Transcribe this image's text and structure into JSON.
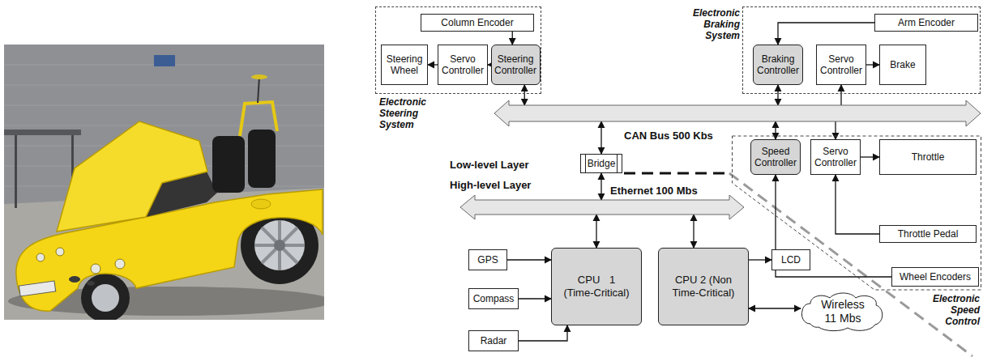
{
  "diagram": {
    "nodes": [
      {
        "text": [
          "Electronic Steering System"
        ]
      },
      {
        "text": [
          "Column Encoder"
        ],
        "in": 0
      },
      {
        "text": [
          "Steering Wheel"
        ],
        "in": 0
      },
      {
        "text": [
          "Servo Controller"
        ],
        "in": 0
      },
      {
        "text": [
          "Steering Controller"
        ],
        "in": 0
      },
      {
        "text": [
          "Electronic Braking System"
        ]
      },
      {
        "text": [
          "Arm Encoder"
        ],
        "in": 5
      },
      {
        "text": [
          "Braking Controller"
        ],
        "in": 5
      },
      {
        "text": [
          "Servo Controller"
        ],
        "in": 5
      },
      {
        "text": [
          "Brake"
        ],
        "in": 5
      },
      {
        "text": [
          "CAN Bus 500 Kbs"
        ]
      },
      {
        "text": [
          "Bridge"
        ]
      },
      {
        "text": [
          "Electronic Speed Control"
        ]
      },
      {
        "text": [
          "Speed Controller"
        ],
        "in": 12
      },
      {
        "text": [
          "Servo Controller"
        ],
        "in": 12
      },
      {
        "text": [
          "Throttle"
        ],
        "in": 12
      },
      {
        "text": [
          "Throttle Pedal"
        ],
        "in": 12
      },
      {
        "text": [
          "Wheel Encoders"
        ],
        "in": 12
      },
      {
        "text": [
          "Ethernet 100 Mbs"
        ]
      },
      {
        "text": [
          "GPS"
        ]
      },
      {
        "text": [
          "Compass"
        ]
      },
      {
        "text": [
          "Radar"
        ]
      },
      {
        "text": [
          "CPU 1 (Time-Critical)"
        ]
      },
      {
        "text": [
          "CPU 2 (Non Time-Critical)"
        ]
      },
      {
        "text": [
          "LCD"
        ]
      },
      {
        "text": [
          "Wireless 11 Mbs"
        ]
      }
    ],
    "edges": [
      {
        "from": 1,
        "to": 4,
        "arrow": "to"
      },
      {
        "from": 4,
        "to": 3,
        "arrow": "to"
      },
      {
        "from": 3,
        "to": 2,
        "arrow": "to"
      },
      {
        "from": 4,
        "to": 10,
        "arrow": "both"
      },
      {
        "from": 6,
        "to": 7,
        "arrow": "to"
      },
      {
        "from": 7,
        "to": 10,
        "arrow": "both"
      },
      {
        "from": 8,
        "to": 9,
        "arrow": "to"
      },
      {
        "from": 10,
        "to": 8,
        "arrow": "to"
      },
      {
        "from": 11,
        "to": 10,
        "arrow": "both"
      },
      {
        "from": 11,
        "to": 18,
        "arrow": "both"
      },
      {
        "from": 13,
        "to": 10,
        "arrow": "both"
      },
      {
        "from": 10,
        "to": 14,
        "arrow": "to"
      },
      {
        "from": 14,
        "to": 15,
        "arrow": "to"
      },
      {
        "from": 16,
        "to": 14,
        "arrow": "to"
      },
      {
        "from": 17,
        "to": 13,
        "arrow": "to"
      },
      {
        "from": 19,
        "to": 22,
        "arrow": "to"
      },
      {
        "from": 20,
        "to": 22,
        "arrow": "to"
      },
      {
        "from": 21,
        "to": 22,
        "arrow": "to"
      },
      {
        "from": 22,
        "to": 18,
        "arrow": "both"
      },
      {
        "from": 23,
        "to": 18,
        "arrow": "both"
      },
      {
        "from": 23,
        "to": 24,
        "arrow": "to"
      },
      {
        "from": 23,
        "to": 25,
        "arrow": "both"
      }
    ],
    "labels": [
      "Low-level Layer",
      "High-level Layer"
    ]
  }
}
